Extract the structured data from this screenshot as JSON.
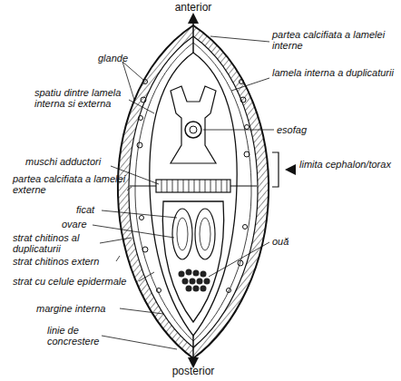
{
  "diagram": {
    "labels": [
      "anterior",
      "partea calcifiata a lamelei interne",
      "glande",
      "lamela interna a duplicaturii",
      "spatiu dintre lamela interna si externa",
      "esofag",
      "muschi adductori",
      "limita cephalon/torax",
      "partea calcifiata a lamelei externe",
      "ficat",
      "ovare",
      "strat chitinos al duplicaturii",
      "ouă",
      "strat chitinos extern",
      "strat cu celule epidermale",
      "margine interna",
      "linie de concrestere",
      "posterior"
    ]
  }
}
